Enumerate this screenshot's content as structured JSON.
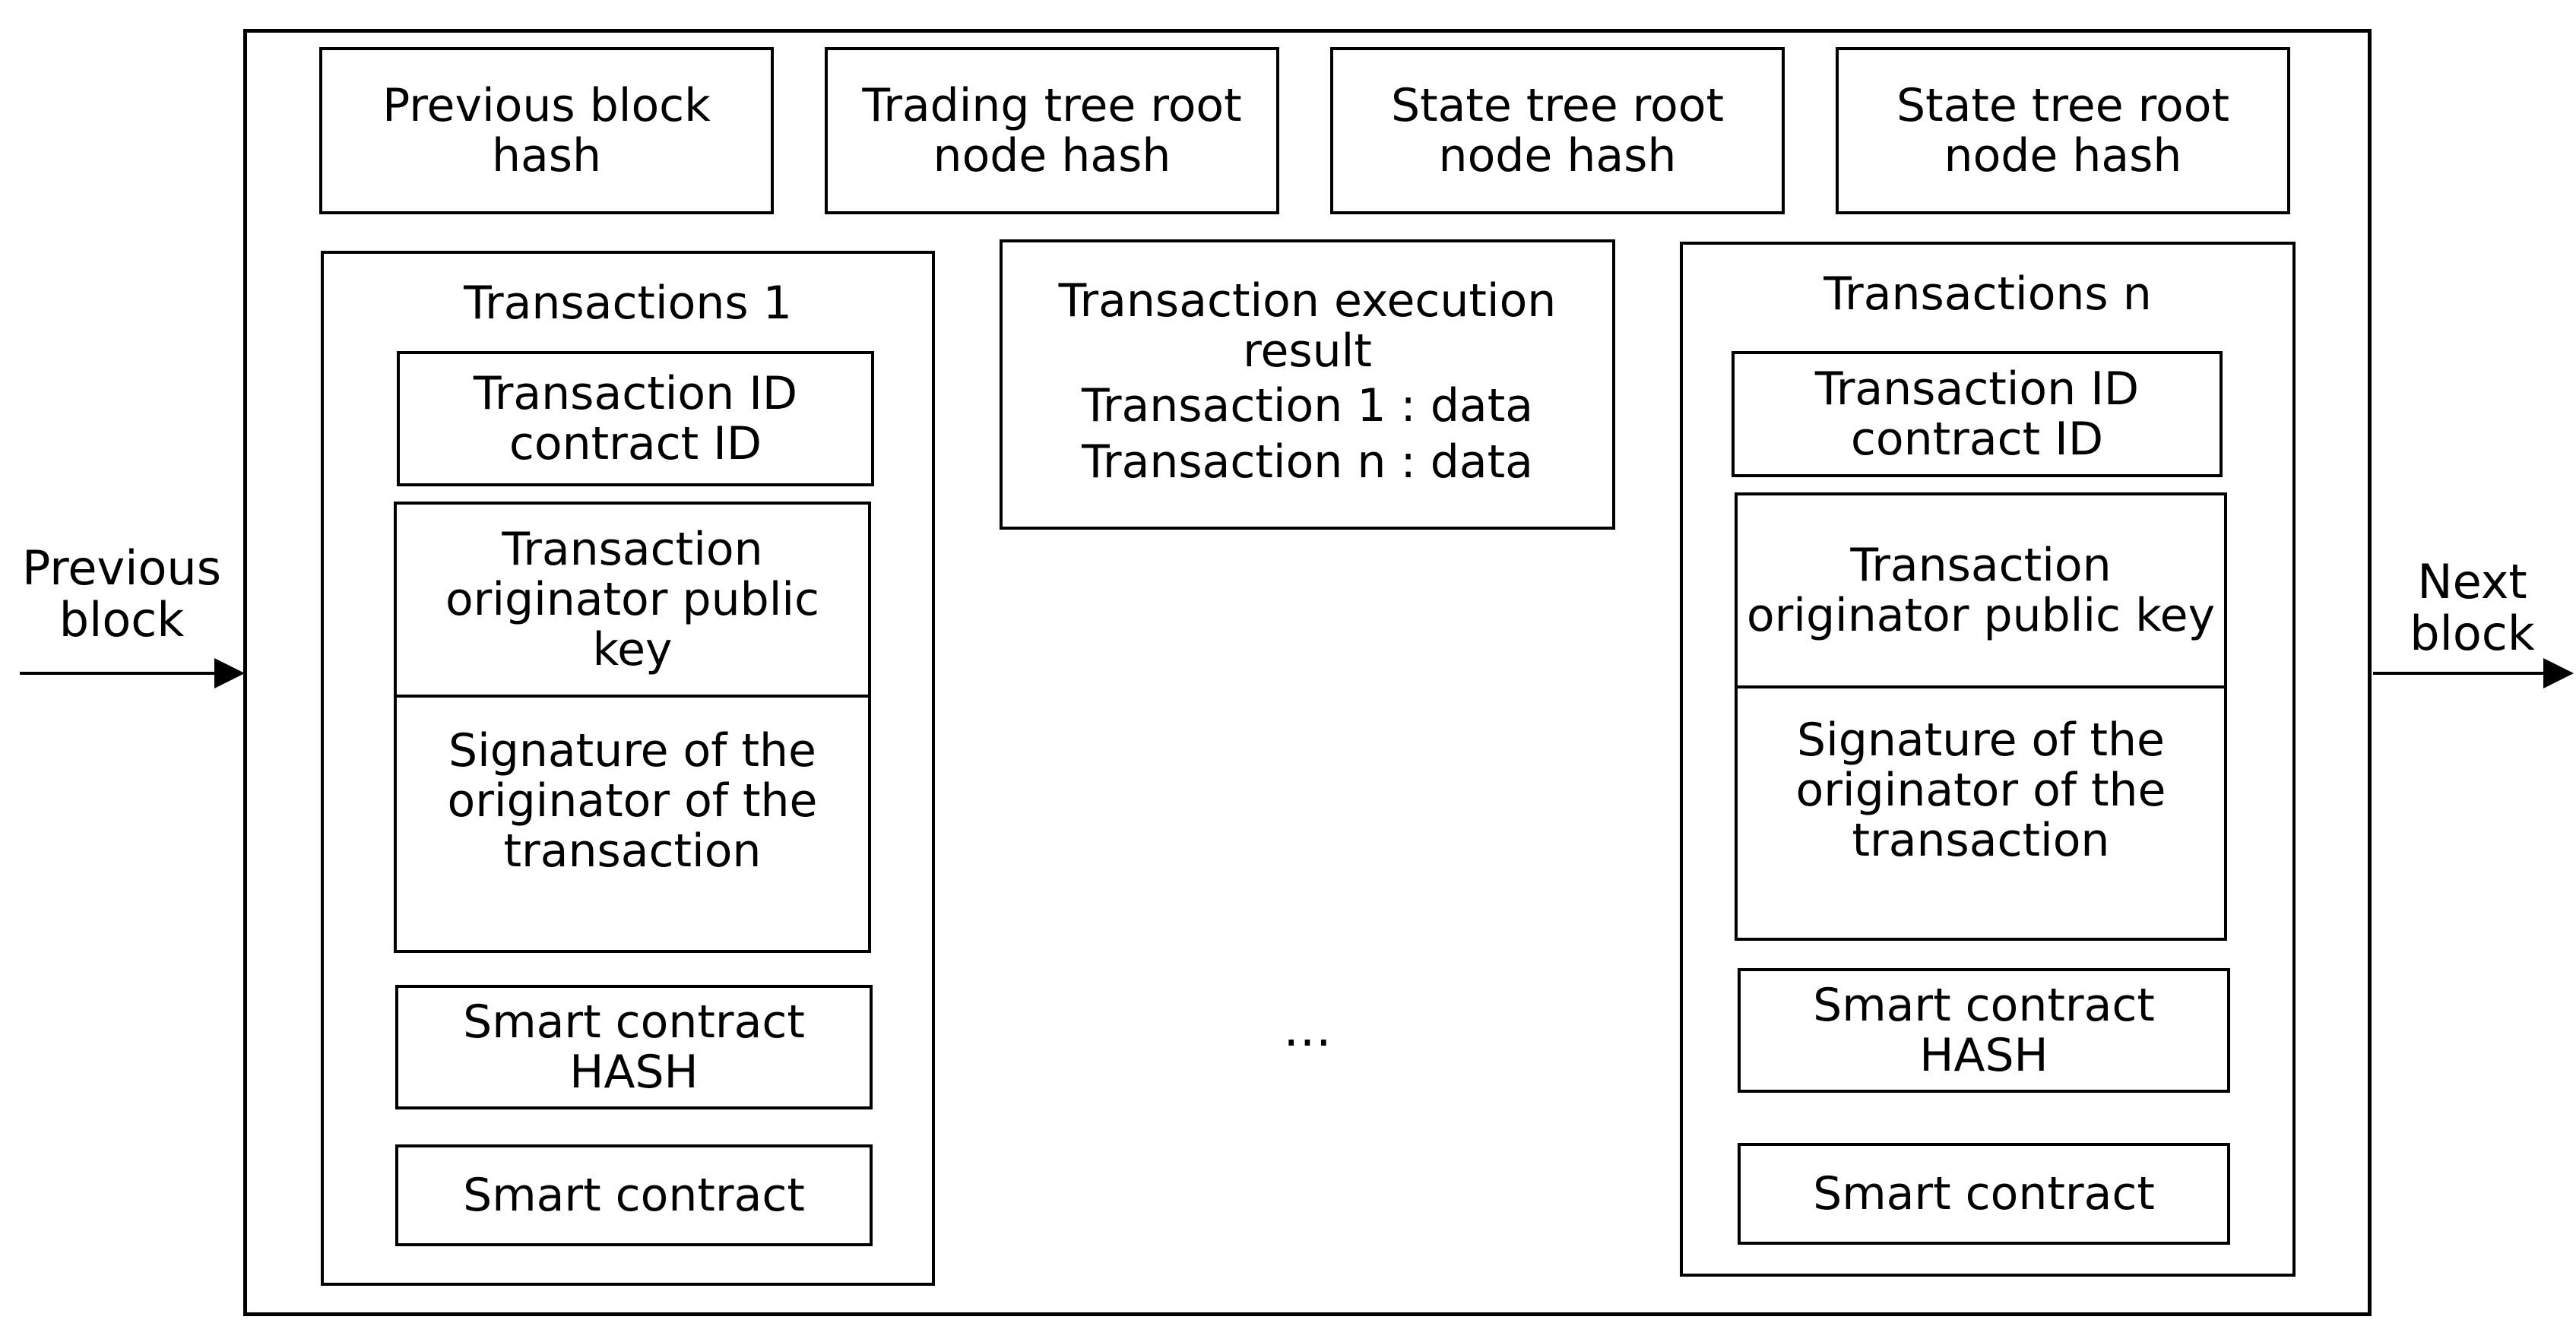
{
  "header": {
    "prev_block_hash": "Previous block\nhash",
    "trading_tree_root": "Trading tree root\nnode hash",
    "state_tree_root_1": "State tree root\nnode hash",
    "state_tree_root_2": "State tree root\nnode hash"
  },
  "left_tx": {
    "title": "Transactions 1",
    "ids": "Transaction ID\ncontract ID",
    "pubkey": "Transaction\noriginator public\nkey",
    "signature": "Signature of the\noriginator of the\ntransaction",
    "sc_hash": "Smart contract\nHASH",
    "sc": "Smart contract"
  },
  "exec_result": {
    "title": "Transaction execution\nresult",
    "line1": "Transaction 1 :  data",
    "line2": "Transaction n :  data"
  },
  "ellipsis": "…",
  "right_tx": {
    "title": "Transactions n",
    "ids": "Transaction ID\ncontract ID",
    "pubkey": "Transaction\noriginator public key",
    "signature": "Signature of the\noriginator of the\ntransaction",
    "sc_hash": "Smart contract\nHASH",
    "sc": "Smart contract"
  },
  "previous_block": "Previous\nblock",
  "next_block": "Next\nblock"
}
